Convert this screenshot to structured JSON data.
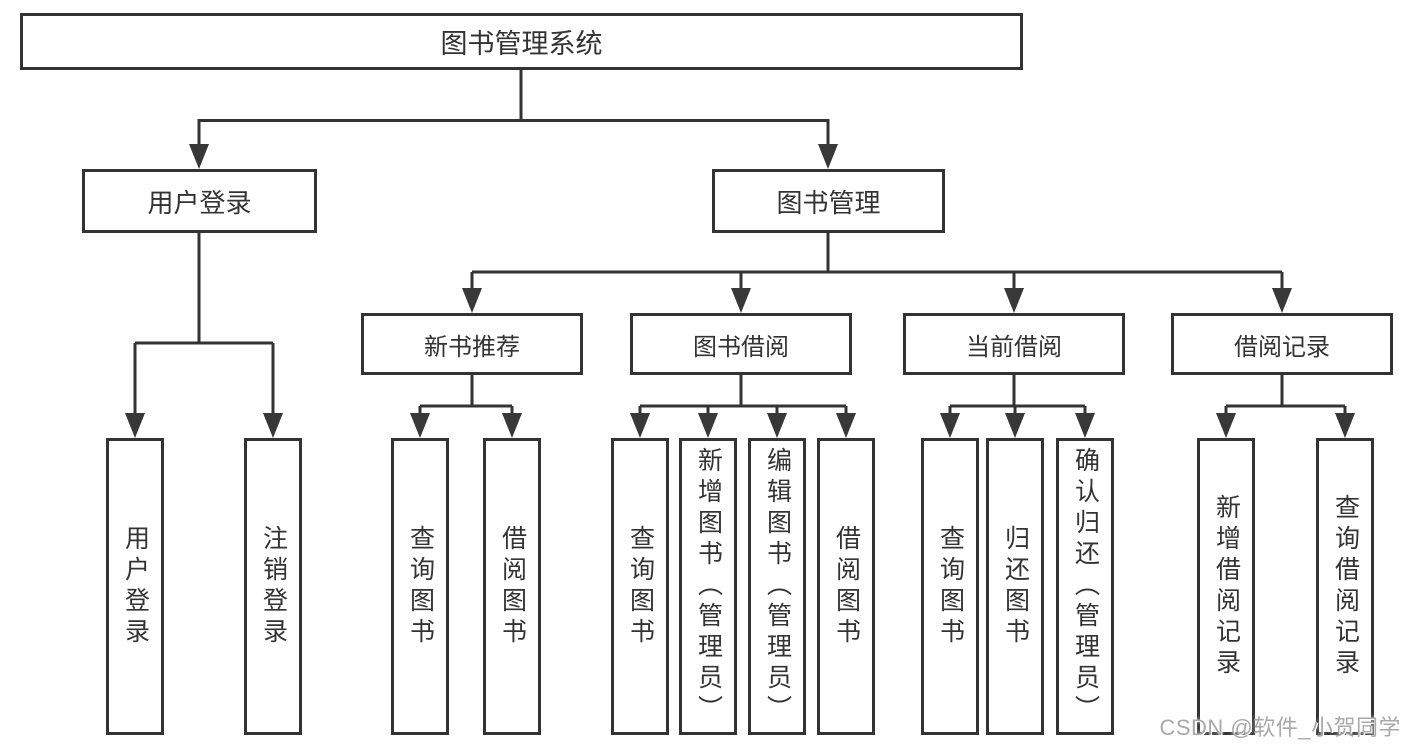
{
  "diagram": {
    "root": {
      "label": "图书管理系统"
    },
    "branches": [
      {
        "label": "用户登录",
        "children": [
          {
            "label": "用户登录"
          },
          {
            "label": "注销登录"
          }
        ]
      },
      {
        "label": "图书管理",
        "groups": [
          {
            "label": "新书推荐",
            "children": [
              {
                "label": "查询图书"
              },
              {
                "label": "借阅图书"
              }
            ]
          },
          {
            "label": "图书借阅",
            "children": [
              {
                "label": "查询图书"
              },
              {
                "label": "新增图书（管理员）"
              },
              {
                "label": "编辑图书（管理员）"
              },
              {
                "label": "借阅图书"
              }
            ]
          },
          {
            "label": "当前借阅",
            "children": [
              {
                "label": "查询图书"
              },
              {
                "label": "归还图书"
              },
              {
                "label": "确认归还（管理员）"
              }
            ]
          },
          {
            "label": "借阅记录",
            "children": [
              {
                "label": "新增借阅记录"
              },
              {
                "label": "查询借阅记录"
              }
            ]
          }
        ]
      }
    ]
  },
  "colors": {
    "line": "#333333",
    "box_border": "#333333",
    "text": "#333333",
    "watermark": "#a9a9a9",
    "background": "#ffffff"
  },
  "watermark": {
    "text": "CSDN @软件_小贺同学"
  }
}
